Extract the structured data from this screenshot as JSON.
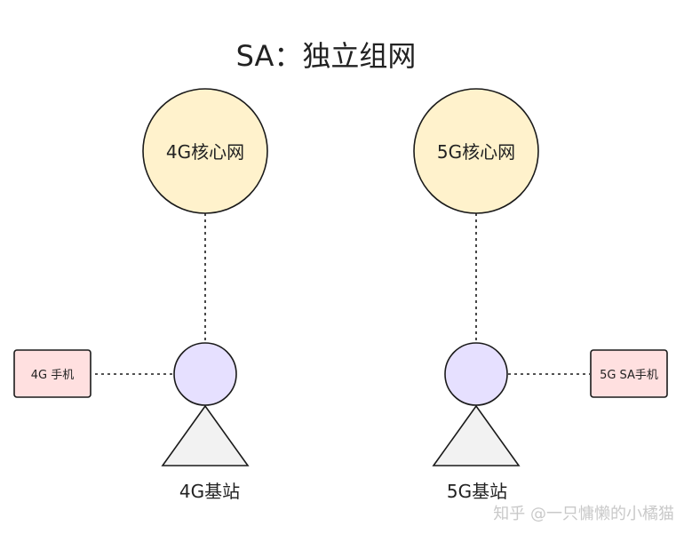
{
  "title": "SA：独立组网",
  "left": {
    "core_label": "4G核心网",
    "station_label": "4G基站",
    "phone_label": "4G 手机"
  },
  "right": {
    "core_label": "5G核心网",
    "station_label": "5G基站",
    "phone_label": "5G SA手机"
  },
  "watermark": "知乎 @一只慵懒的小橘猫",
  "colors": {
    "core_fill": "#fff2cc",
    "node_fill": "#e6e0ff",
    "phone_fill": "#ffe0e0",
    "tower_fill": "#f2f2f2",
    "stroke": "#1a1a1a"
  }
}
